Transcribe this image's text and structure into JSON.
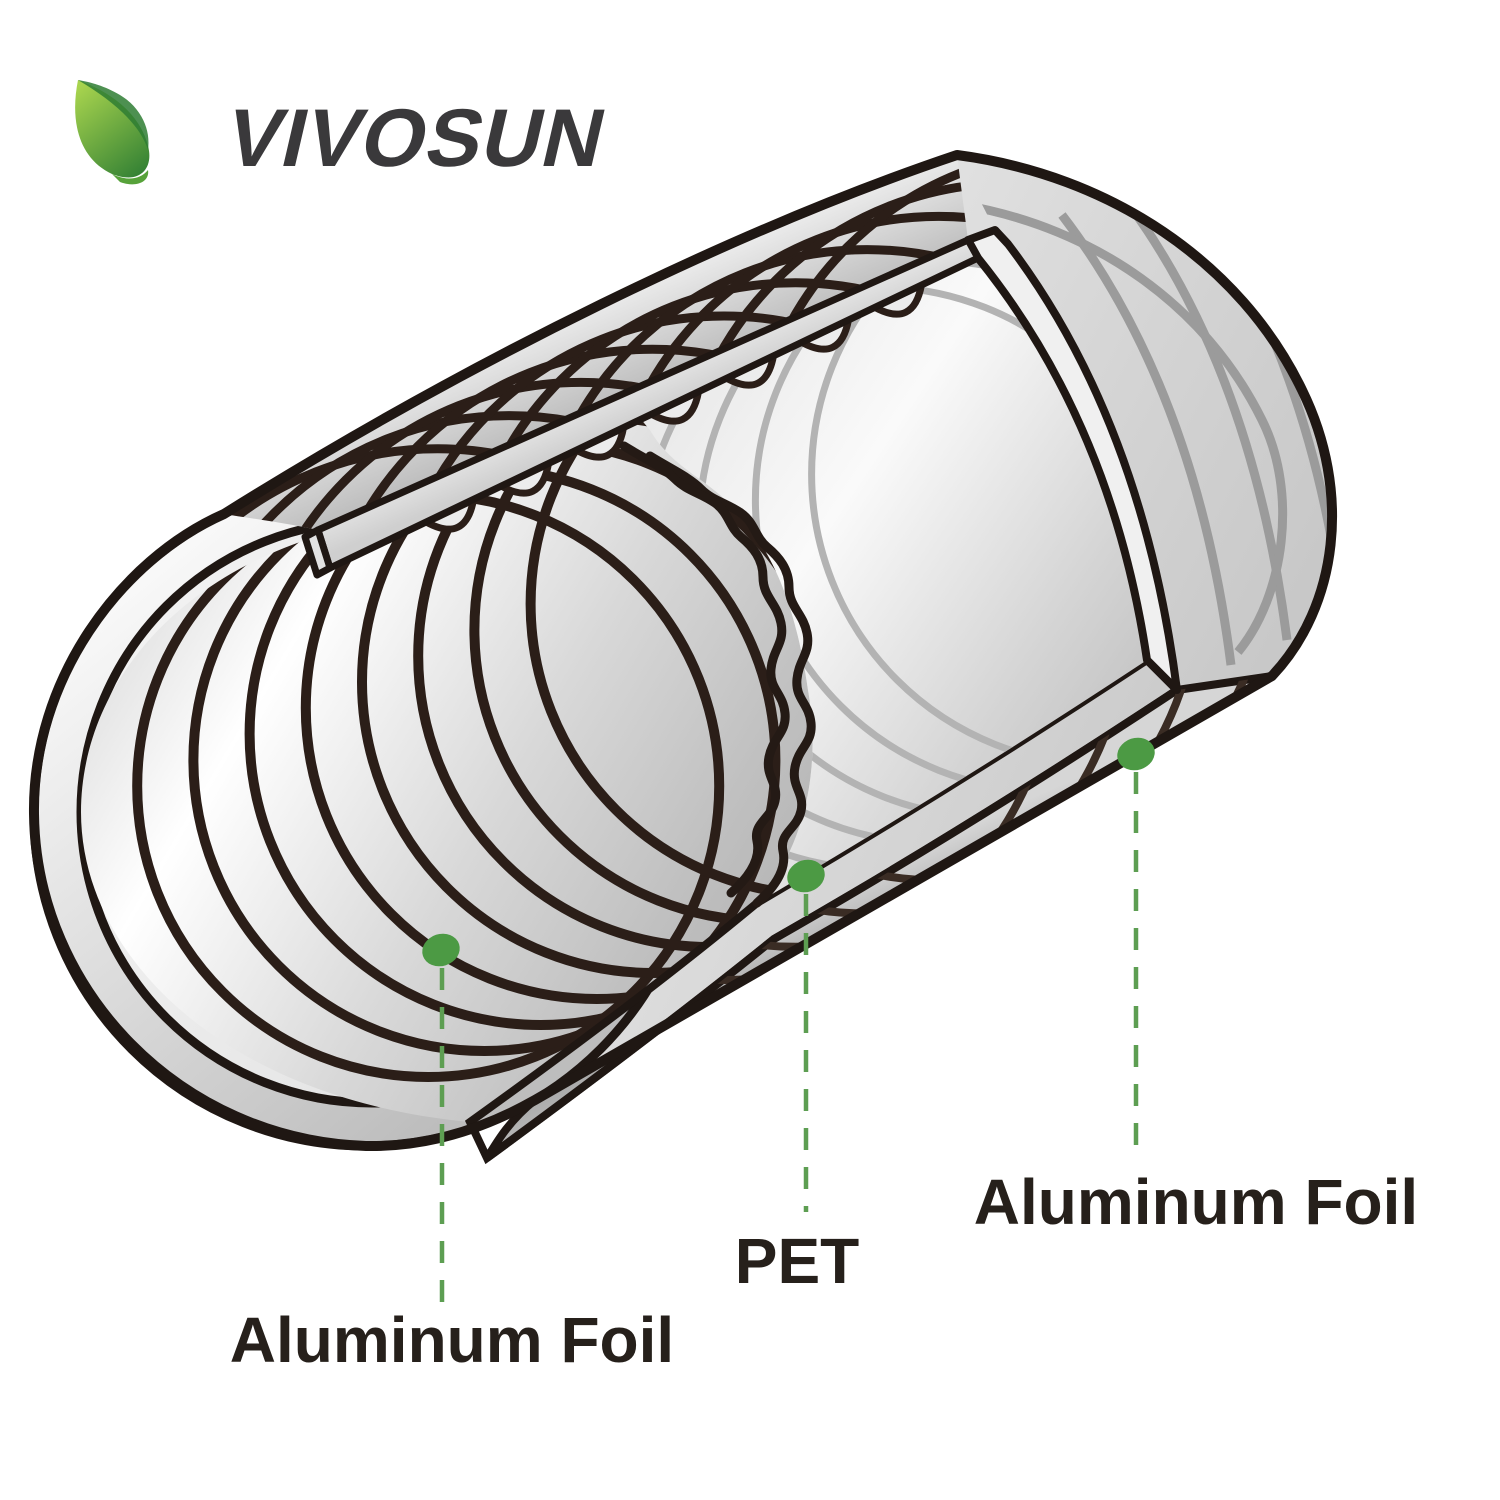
{
  "brand": {
    "wordmark": "VIVOSUN",
    "leaf_icon": "leaf-icon",
    "colors": {
      "wordmark": "#3a393b",
      "leaf_light": "#a8d44e",
      "leaf_dark": "#2e7d33"
    }
  },
  "figure": {
    "description": "Cutaway diagram of flexible duct showing layer construction",
    "callouts": [
      {
        "label": "Aluminum Foil",
        "layer": "inner"
      },
      {
        "label": "PET",
        "layer": "middle"
      },
      {
        "label": "Aluminum Foil",
        "layer": "outer"
      }
    ],
    "colors": {
      "outline": "#1f1713",
      "label_text": "#26201b",
      "callout_dot": "#4c9a44",
      "callout_line": "#5d9e52",
      "surface_light": "#f5f5f5",
      "surface_dark": "#bfbfbf"
    }
  }
}
